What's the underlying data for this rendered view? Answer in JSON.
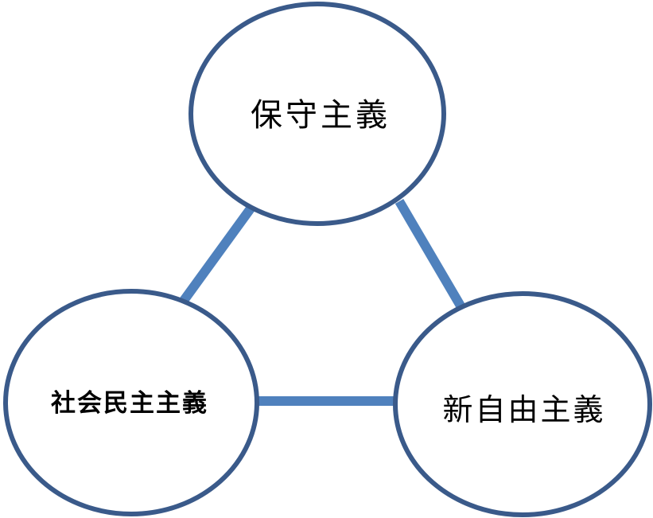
{
  "nodes": {
    "top": {
      "label": "保守主義"
    },
    "left": {
      "label": "社会民主主義"
    },
    "right": {
      "label": "新自由主義"
    }
  },
  "colors": {
    "ellipse_stroke": "#3a5a8a",
    "connector": "#4f81bd",
    "background": "#ffffff",
    "text": "#000000"
  }
}
